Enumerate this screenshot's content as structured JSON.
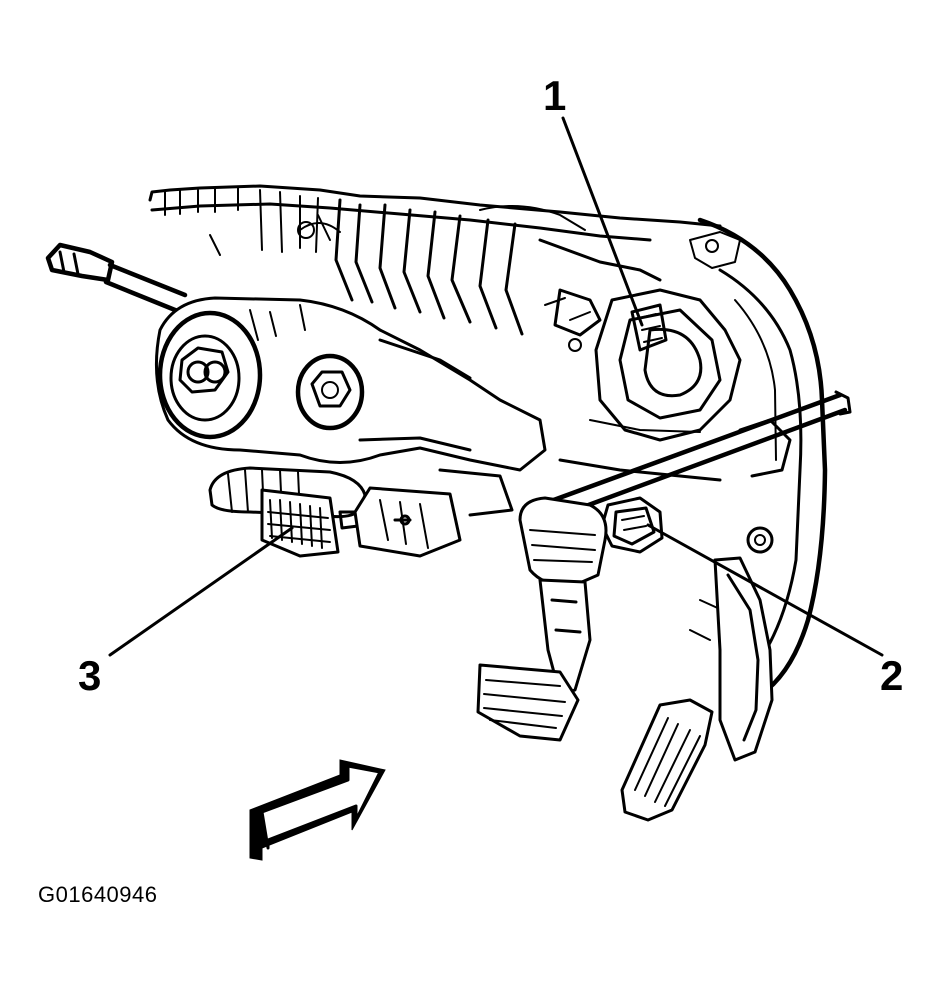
{
  "figure": {
    "id_code": "G01640946",
    "callouts": [
      {
        "label": "1"
      },
      {
        "label": "2"
      },
      {
        "label": "3"
      }
    ],
    "colors": {
      "ink": "#000000",
      "paper": "#ffffff"
    },
    "view_arrow_icon": "view-direction-arrow-icon"
  }
}
